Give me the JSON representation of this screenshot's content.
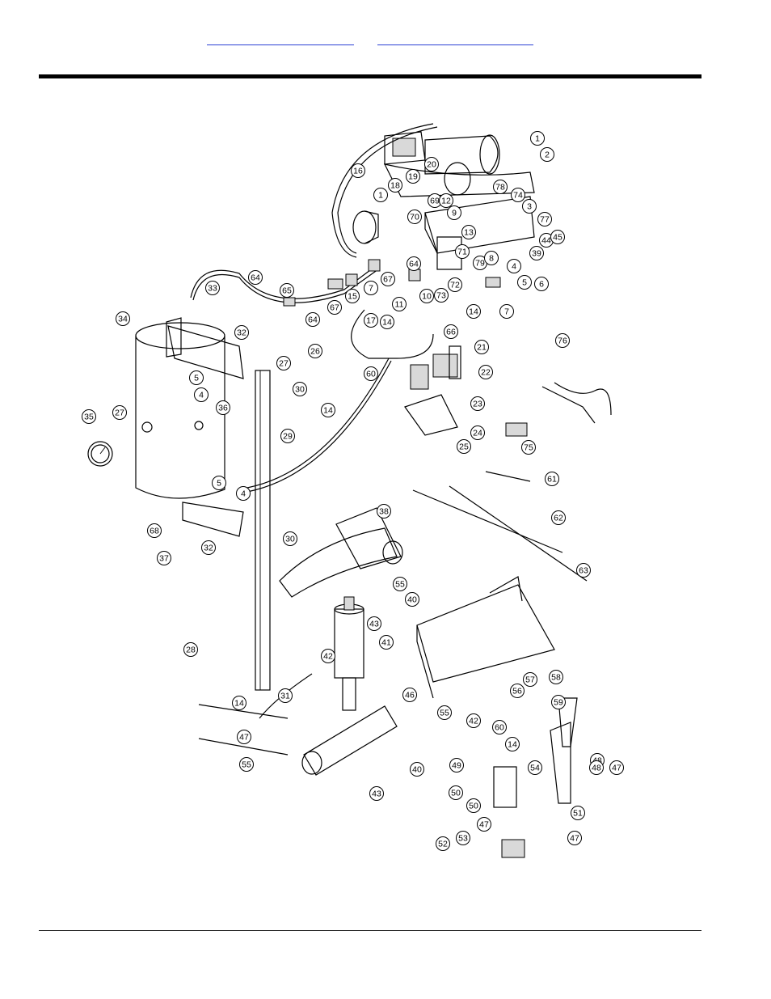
{
  "header": {
    "links": [
      {
        "text": ""
      },
      {
        "text": ""
      }
    ]
  },
  "diagram": {
    "description_lines": true,
    "callouts": [
      {
        "num": "1"
      },
      {
        "num": "2"
      },
      {
        "num": "16"
      },
      {
        "num": "19"
      },
      {
        "num": "20"
      },
      {
        "num": "1"
      },
      {
        "num": "18"
      },
      {
        "num": "69"
      },
      {
        "num": "12"
      },
      {
        "num": "78"
      },
      {
        "num": "74"
      },
      {
        "num": "3"
      },
      {
        "num": "77"
      },
      {
        "num": "70"
      },
      {
        "num": "9"
      },
      {
        "num": "13"
      },
      {
        "num": "44"
      },
      {
        "num": "45"
      },
      {
        "num": "71"
      },
      {
        "num": "79"
      },
      {
        "num": "39"
      },
      {
        "num": "64"
      },
      {
        "num": "8"
      },
      {
        "num": "4"
      },
      {
        "num": "72"
      },
      {
        "num": "5"
      },
      {
        "num": "7"
      },
      {
        "num": "67"
      },
      {
        "num": "73"
      },
      {
        "num": "6"
      },
      {
        "num": "64"
      },
      {
        "num": "33"
      },
      {
        "num": "65"
      },
      {
        "num": "67"
      },
      {
        "num": "15"
      },
      {
        "num": "11"
      },
      {
        "num": "10"
      },
      {
        "num": "7"
      },
      {
        "num": "64"
      },
      {
        "num": "14"
      },
      {
        "num": "17"
      },
      {
        "num": "14"
      },
      {
        "num": "66"
      },
      {
        "num": "34"
      },
      {
        "num": "32"
      },
      {
        "num": "21"
      },
      {
        "num": "26"
      },
      {
        "num": "27"
      },
      {
        "num": "60"
      },
      {
        "num": "22"
      },
      {
        "num": "5"
      },
      {
        "num": "76"
      },
      {
        "num": "4"
      },
      {
        "num": "30"
      },
      {
        "num": "23"
      },
      {
        "num": "14"
      },
      {
        "num": "24"
      },
      {
        "num": "35"
      },
      {
        "num": "27"
      },
      {
        "num": "36"
      },
      {
        "num": "25"
      },
      {
        "num": "75"
      },
      {
        "num": "29"
      },
      {
        "num": "61"
      },
      {
        "num": "5"
      },
      {
        "num": "4"
      },
      {
        "num": "62"
      },
      {
        "num": "38"
      },
      {
        "num": "68"
      },
      {
        "num": "32"
      },
      {
        "num": "30"
      },
      {
        "num": "63"
      },
      {
        "num": "37"
      },
      {
        "num": "55"
      },
      {
        "num": "40"
      },
      {
        "num": "43"
      },
      {
        "num": "41"
      },
      {
        "num": "28"
      },
      {
        "num": "42"
      },
      {
        "num": "57"
      },
      {
        "num": "58"
      },
      {
        "num": "56"
      },
      {
        "num": "31"
      },
      {
        "num": "59"
      },
      {
        "num": "14"
      },
      {
        "num": "46"
      },
      {
        "num": "55"
      },
      {
        "num": "42"
      },
      {
        "num": "47"
      },
      {
        "num": "48"
      },
      {
        "num": "60"
      },
      {
        "num": "14"
      },
      {
        "num": "55"
      },
      {
        "num": "54"
      },
      {
        "num": "48"
      },
      {
        "num": "47"
      },
      {
        "num": "49"
      },
      {
        "num": "40"
      },
      {
        "num": "43"
      },
      {
        "num": "50"
      },
      {
        "num": "50"
      },
      {
        "num": "51"
      },
      {
        "num": "47"
      },
      {
        "num": "47"
      },
      {
        "num": "52"
      },
      {
        "num": "53"
      }
    ]
  }
}
